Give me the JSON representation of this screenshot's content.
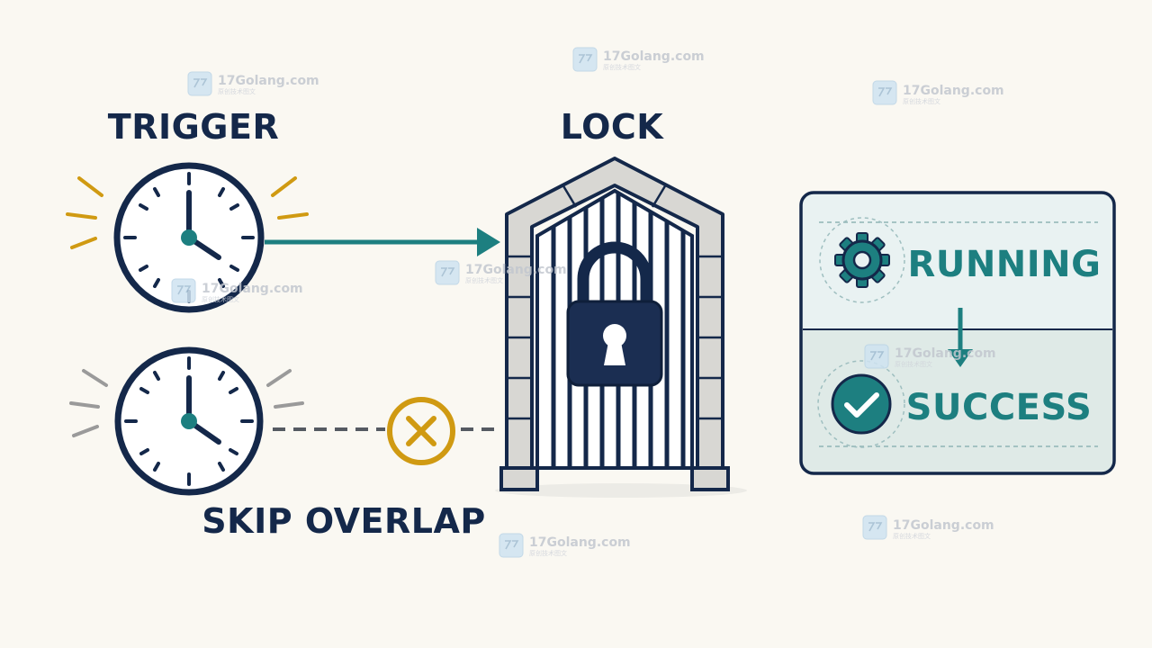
{
  "headings": {
    "trigger": "TRIGGER",
    "lock": "LOCK",
    "skip_overlap": "SKIP OVERLAP"
  },
  "states": {
    "running": "RUNNING",
    "success": "SUCCESS"
  },
  "icons": {
    "trigger_clock": "clock-icon",
    "skipped_clock": "clock-icon",
    "lock": "padlock-icon",
    "gate": "gate-icon",
    "skip": "x-circle-icon",
    "running": "gear-icon",
    "success": "check-circle-icon"
  },
  "colors": {
    "navy": "#14284a",
    "teal": "#1d7f80",
    "gold": "#d09a12",
    "gray": "#9a9a9a",
    "panel_top": "#e6f0ef",
    "panel_bottom": "#dfeae7"
  },
  "watermark": {
    "text": "17Golang.com",
    "subtext": "原创技术图文"
  }
}
